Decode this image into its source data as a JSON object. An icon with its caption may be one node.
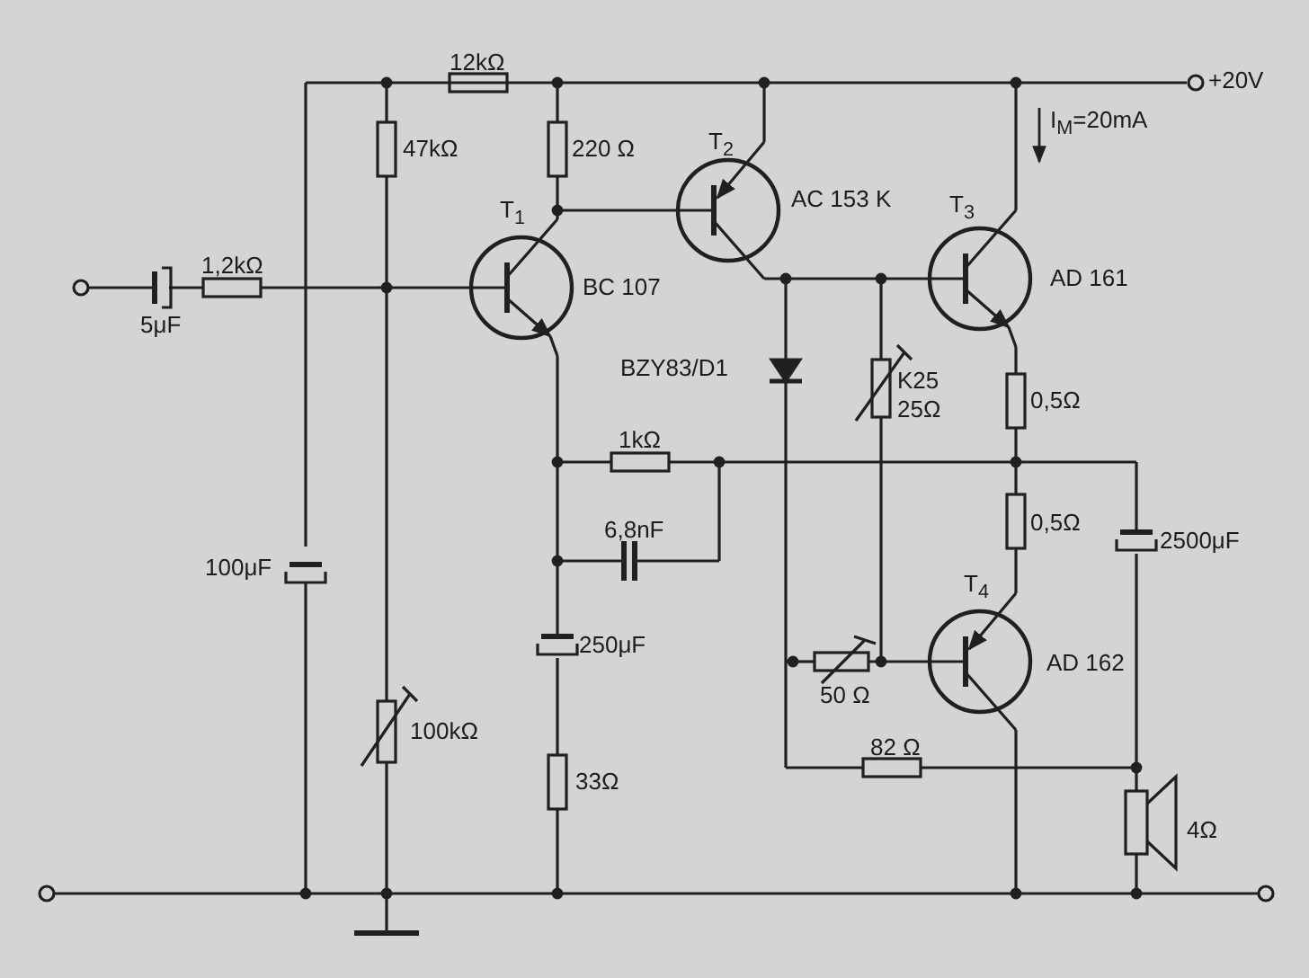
{
  "diagram": {
    "labels": [
      "12kΩ",
      "+20V",
      "I$_{M}$=20mA",
      "47kΩ",
      "220 Ω",
      "T$_{2}$",
      "AC 153 K",
      "T$_{1}$",
      "T$_{3}$",
      "1,2kΩ",
      "BC 107",
      "AD 161",
      "5μF",
      "BZY83/D1",
      "K25",
      "0,5Ω",
      "25Ω",
      "1kΩ",
      "0,5Ω",
      "6,8nF",
      "2500μF",
      "100μF",
      "T$_{4}$",
      "250μF",
      "AD 162",
      "50 Ω",
      "100kΩ",
      "82 Ω",
      "33Ω",
      "4Ω"
    ]
  }
}
